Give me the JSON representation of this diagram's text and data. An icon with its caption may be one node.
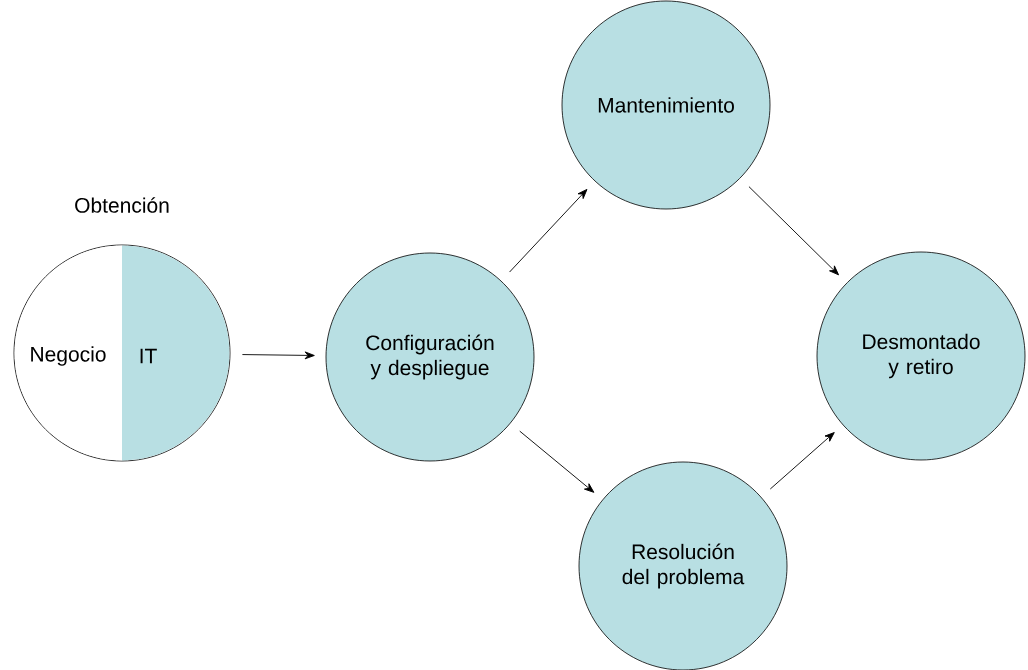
{
  "diagram": {
    "nodes": [
      {
        "text": [
          "Obtención"
        ]
      },
      {
        "text": [
          "Negocio"
        ],
        "in": 0
      },
      {
        "text": [
          "IT"
        ],
        "in": 0
      },
      {
        "text": [
          "Configuración y despliegue"
        ]
      },
      {
        "text": [
          "Mantenimiento"
        ]
      },
      {
        "text": [
          "Resolución del problema"
        ]
      },
      {
        "text": [
          "Desmontado y retiro"
        ]
      }
    ],
    "edges": [
      {
        "from": 0,
        "to": 3,
        "arrow": "to"
      },
      {
        "from": 3,
        "to": 4,
        "arrow": "to"
      },
      {
        "from": 3,
        "to": 5,
        "arrow": "to"
      },
      {
        "from": 4,
        "to": 6,
        "arrow": "to"
      },
      {
        "from": 5,
        "to": 6,
        "arrow": "to"
      }
    ]
  }
}
